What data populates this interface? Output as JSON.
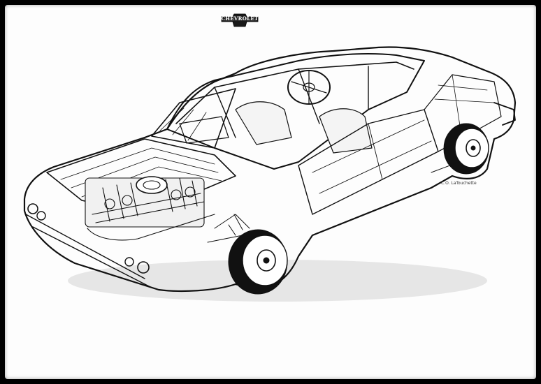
{
  "illustration": {
    "subject": "cutaway drawing of a rear-engined coupe",
    "brand_logo_text": "CHEVROLET",
    "signature": "C.O. LaTouchette"
  },
  "colors": {
    "frame": "#000000",
    "paper": "#fdfdfd",
    "ink": "#111111"
  }
}
